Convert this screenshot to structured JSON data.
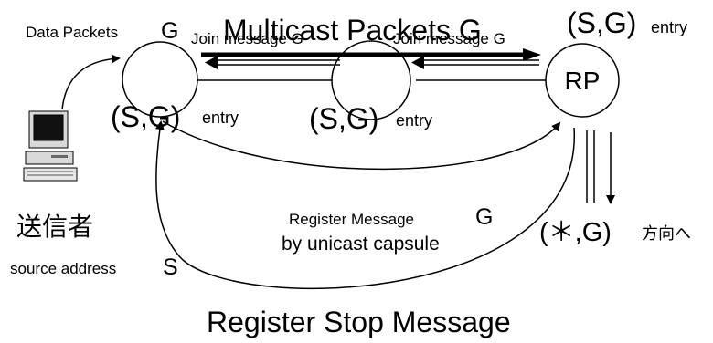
{
  "labels": {
    "data_packets": "Data Packets",
    "data_packets_g": "G",
    "multicast_packets": "Multicast Packets G",
    "join_message_1": "Join message G",
    "join_message_2": "Join message G",
    "sg_entry_top_sg": "(S,G)",
    "sg_entry_top_entry": "entry",
    "sg_entry_left_sg": "(S,G)",
    "sg_entry_left_entry": "entry",
    "sg_entry_mid_sg": "(S,G)",
    "sg_entry_mid_entry": "entry",
    "rp": "RP",
    "sender": "送信者",
    "source_address": "source address",
    "source_address_s": "S",
    "register_message": "Register Message",
    "register_message_g": "G",
    "unicast_capsule": "by unicast capsule",
    "star_g": "(＊,G)",
    "direction": "方向へ",
    "register_stop": "Register Stop Message"
  },
  "icons": {
    "computer": "desktop-computer-icon"
  },
  "colors": {
    "line": "#000000",
    "background": "#ffffff"
  }
}
